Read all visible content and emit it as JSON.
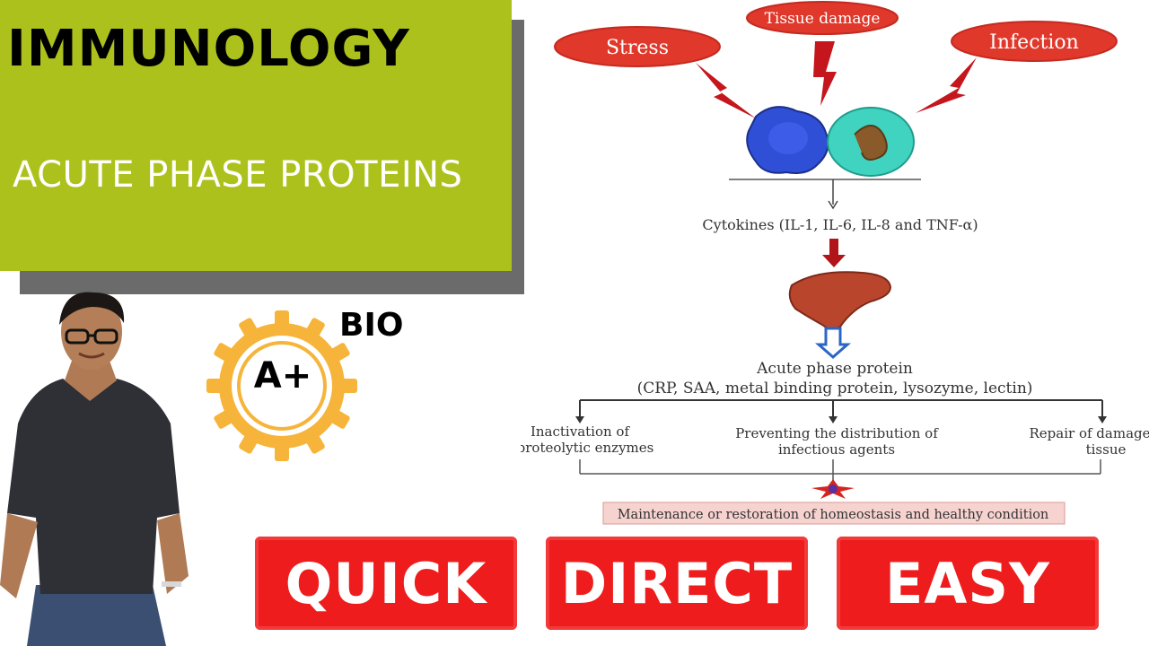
{
  "header": {
    "title": "IMMUNOLOGY",
    "subtitle": "ACUTE PHASE PROTEINS"
  },
  "badge": {
    "grade": "A+",
    "label": "BIO"
  },
  "buttons": {
    "quick": "QUICK",
    "direct": "DIRECT",
    "easy": "EASY"
  },
  "diagram": {
    "triggers": [
      "Stress",
      "Tissue damage",
      "Infection"
    ],
    "cytokines": "Cytokines (IL-1, IL-6, IL-8 and TNF-α)",
    "protein_title": "Acute phase protein",
    "protein_list": "(CRP, SAA, metal binding protein, lysozyme, lectin)",
    "outcomes": [
      {
        "line1": "Inactivation of",
        "line2": "proteolytic enzymes"
      },
      {
        "line1": "Preventing the distribution of",
        "line2": "infectious agents"
      },
      {
        "line1": "Repair of damage",
        "line2": "tissue"
      }
    ],
    "result": "Maintenance or restoration of homeostasis and healthy condition"
  },
  "colors": {
    "title_bg": "#adc11d",
    "button_red": "#ee1c1c",
    "badge_orange": "#f6b43a",
    "trigger_red": "#e0382b"
  }
}
